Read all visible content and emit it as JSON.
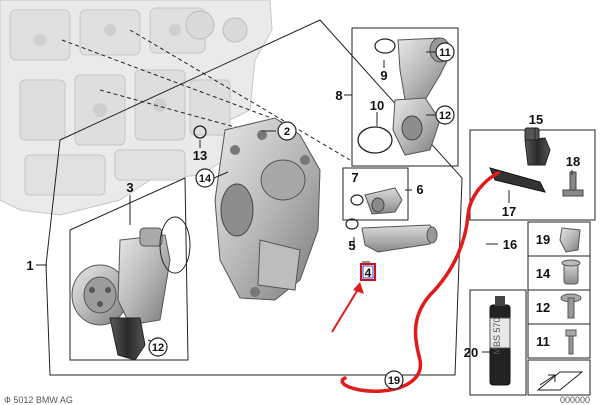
{
  "diagram": {
    "callouts": {
      "c1": "1",
      "c2": "2",
      "c3": "3",
      "c4": "4",
      "c5": "5",
      "c6": "6",
      "c7": "7",
      "c8": "8",
      "c9": "9",
      "c10": "10",
      "c11": "11",
      "c12a": "12",
      "c12b": "12",
      "c13": "13",
      "c14": "14",
      "c15": "15",
      "c16": "16",
      "c17": "17",
      "c18": "18",
      "c19": "19",
      "c20": "20"
    },
    "legend": [
      "19",
      "14",
      "12",
      "11"
    ],
    "sealant_label": "MBS 570",
    "footer_left": "Ф 5012 BMW AG",
    "footer_right": "000000",
    "colors": {
      "hose": "#e11a1a",
      "arrow": "#e11a1a",
      "highlight_box": "#d0101a",
      "highlight_border": "#2050d0",
      "line": "#222222",
      "part_fill": "#bfbfbf",
      "part_dark": "#6e6e6e"
    }
  }
}
